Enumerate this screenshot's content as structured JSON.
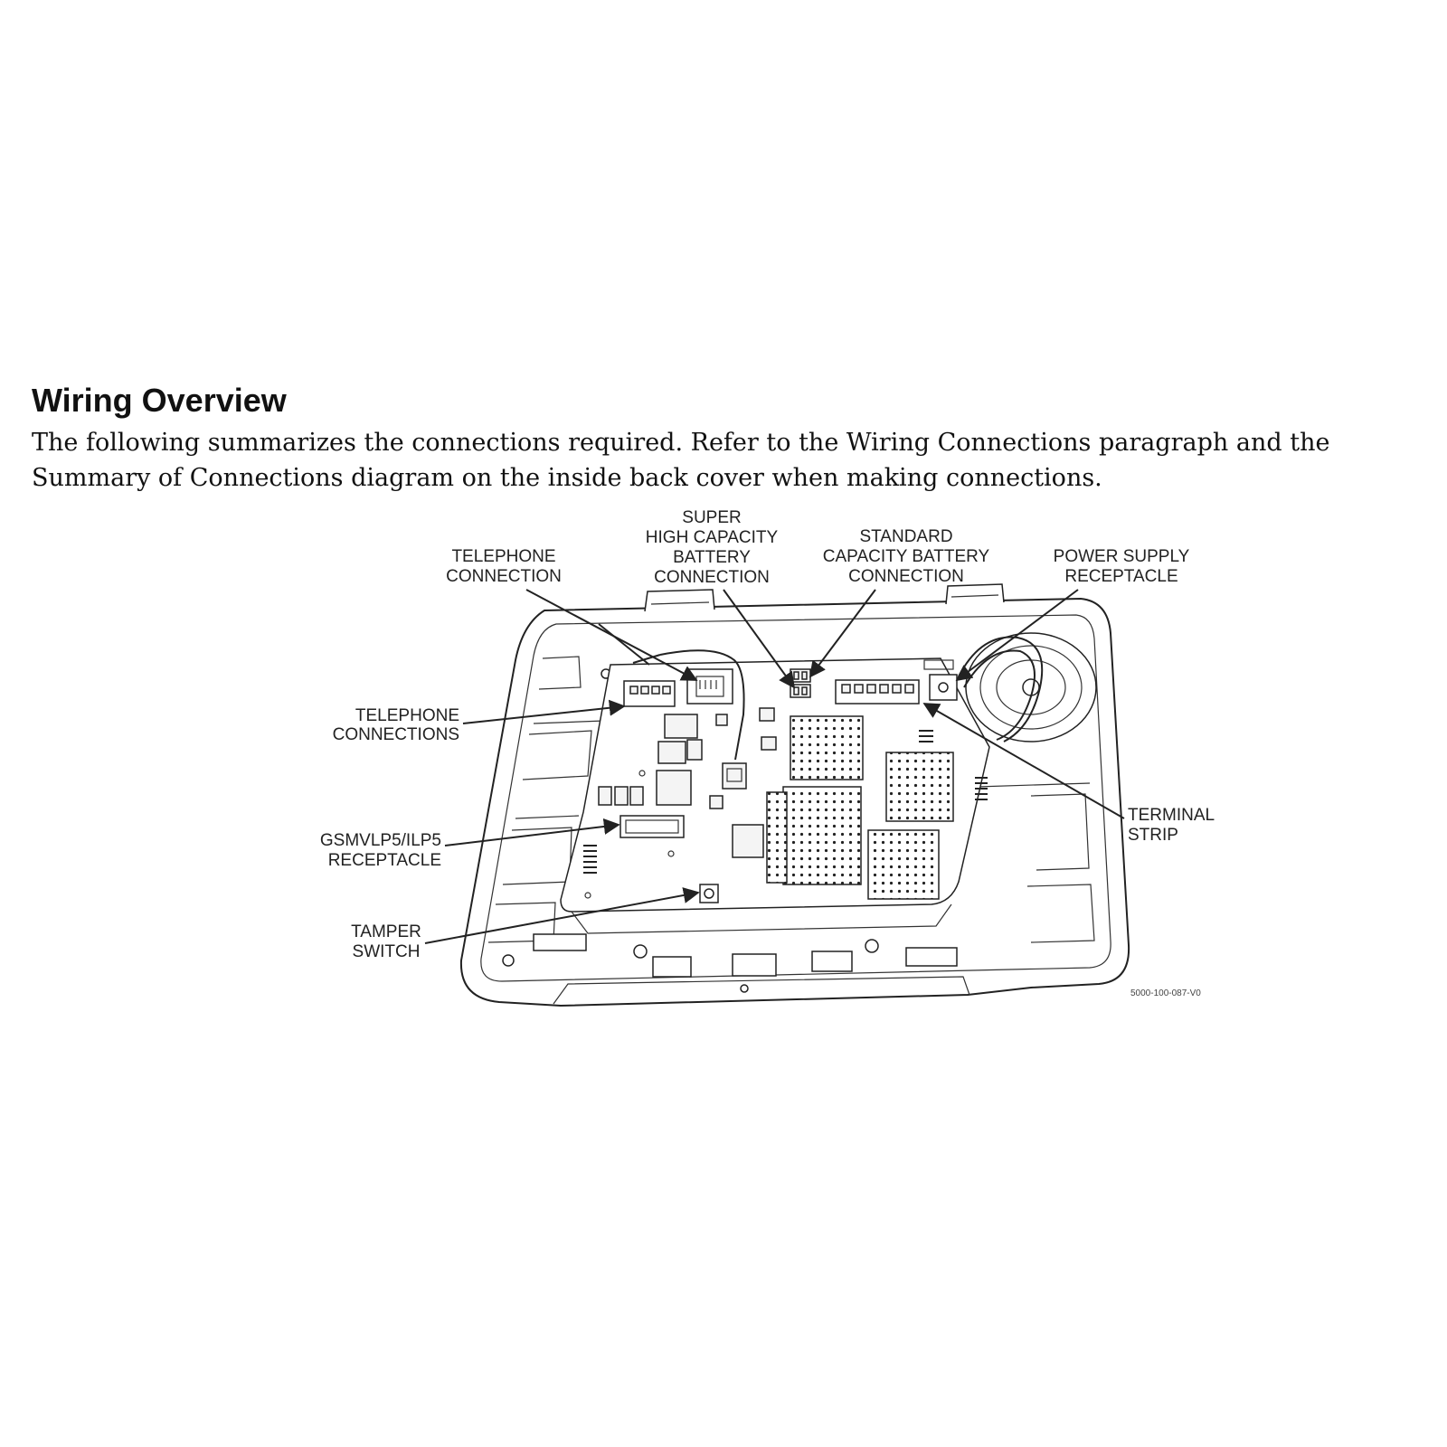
{
  "heading": "Wiring Overview",
  "intro": [
    "The following summarizes the connections required. Refer to the Wiring Connections paragraph and the",
    "Summary of Connections diagram on the inside back cover when making connections."
  ],
  "callouts": {
    "telephone_connection": [
      "TELEPHONE",
      "CONNECTION"
    ],
    "super_high_capacity_battery": [
      "SUPER",
      "HIGH CAPACITY",
      "BATTERY",
      "CONNECTION"
    ],
    "standard_capacity_battery": [
      "STANDARD",
      "CAPACITY BATTERY",
      "CONNECTION"
    ],
    "power_supply_receptacle": [
      "POWER SUPPLY",
      "RECEPTACLE"
    ],
    "telephone_connections": [
      "TELEPHONE",
      "CONNECTIONS"
    ],
    "gsm_receptacle": [
      "GSMVLP5/ILP5",
      "RECEPTACLE"
    ],
    "tamper_switch": [
      "TAMPER",
      "SWITCH"
    ],
    "terminal_strip": [
      "TERMINAL",
      "STRIP"
    ]
  },
  "figure_code": "5000-100-087-V0"
}
